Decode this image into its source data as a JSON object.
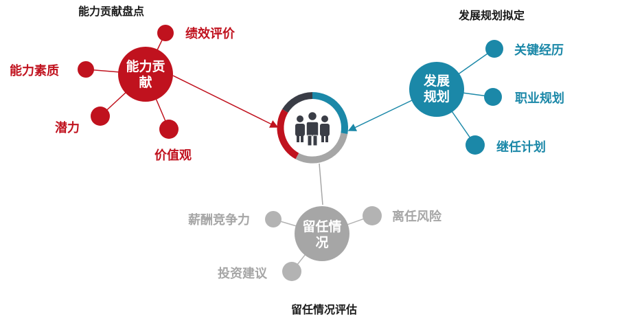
{
  "colors": {
    "red": "#c0121e",
    "teal": "#1b88a8",
    "gray": "#a6a6a6",
    "dark": "#3a3d46",
    "title": "#1a1a1a"
  },
  "center": {
    "icon": "people-group-icon"
  },
  "sections": {
    "ability": {
      "title": "能力贡献盘点",
      "hub_line1": "能力贡",
      "hub_line2": "献",
      "items": [
        "绩效评价",
        "能力素质",
        "潜力",
        "价值观"
      ]
    },
    "development": {
      "title": "发展规划拟定",
      "hub_line1": "发展",
      "hub_line2": "规划",
      "items": [
        "关键经历",
        "职业规划",
        "继任计划"
      ]
    },
    "retention": {
      "title": "留任情况评估",
      "hub_line1": "留任情",
      "hub_line2": "况",
      "items": [
        "薪酬竞争力",
        "离任风险",
        "投资建议"
      ]
    }
  }
}
